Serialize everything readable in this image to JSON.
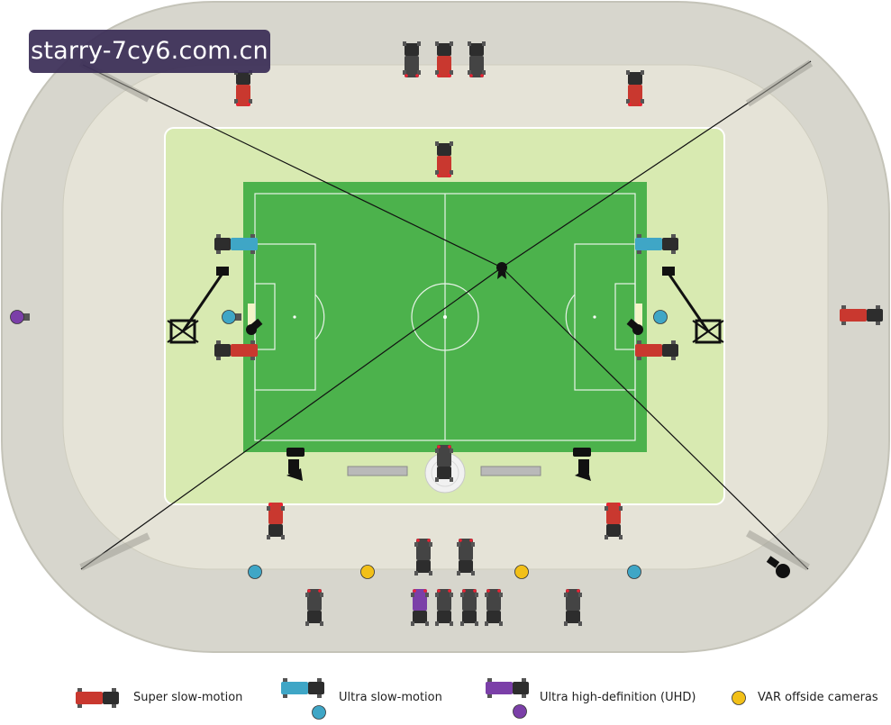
{
  "watermark": "starry-7cy6.com.cn",
  "legend": {
    "super_slow": "Super slow-motion",
    "ultra_slow": "Ultra slow-motion",
    "uhd": "Ultra high-definition (UHD)",
    "var": "VAR offside cameras"
  },
  "colors": {
    "super_slow": "#c9382f",
    "ultra_slow": "#3fa6c6",
    "uhd": "#7b3fa8",
    "var": "#f2c018",
    "standard": "#444444",
    "pitch": "#4cb24c",
    "surround": "#d8eab1",
    "stand": "#d7d6cd",
    "ground": "#e5e3d7"
  }
}
